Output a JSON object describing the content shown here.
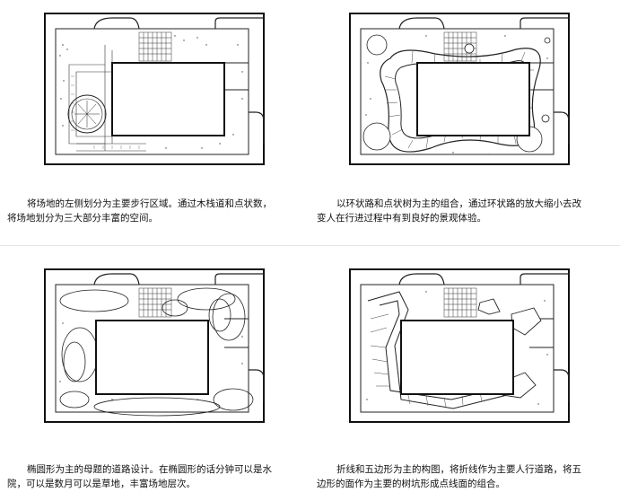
{
  "captions": {
    "p1": {
      "line1": "将场地的左侧划分为主要步行区域。通过木栈道和点状数，",
      "line2": "将场地划分为三大部分丰富的空间。"
    },
    "p2": {
      "line1": "以环状路和点状树为主的组合，通过环状路的放大缩小去改",
      "line2": "变人在行进过程中有到良好的景观体验。"
    },
    "p3": {
      "line1": "椭圆形为主的母题的道路设计。在椭圆形的话分钟可以是水",
      "line2": "院，可以是数月可以是草地，丰富场地层次。"
    },
    "p4": {
      "line1": "折线和五边形为主的构图，将折线作为主要人行道路，将五",
      "line2": "边形的面作为主要的树坑形成点线面的组合。"
    }
  }
}
